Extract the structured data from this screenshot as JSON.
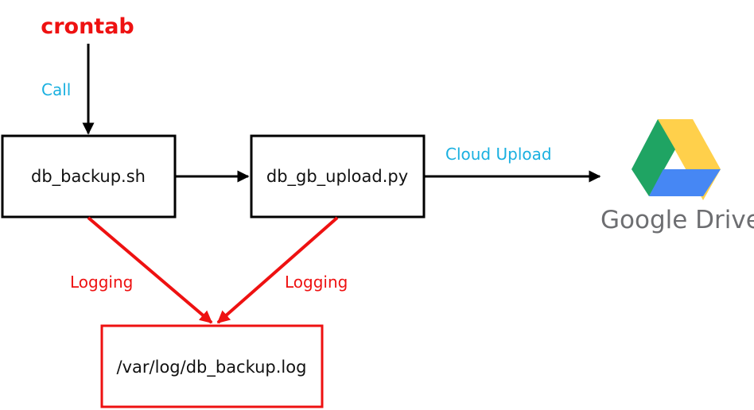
{
  "trigger": {
    "label": "crontab"
  },
  "edges": {
    "call_label": "Call",
    "cloud_upload_label": "Cloud Upload",
    "logging_left_label": "Logging",
    "logging_right_label": "Logging"
  },
  "nodes": {
    "backup_script": "db_backup.sh",
    "upload_script": "db_gb_upload.py",
    "log_file": "/var/log/db_backup.log"
  },
  "destination": {
    "brand_label": "Google Drive",
    "icon": "google-drive-icon"
  },
  "colors": {
    "trigger": "#ee1111",
    "edge_label": "#1ab0e0",
    "logging": "#ee1111",
    "drive_green": "#1fa463",
    "drive_yellow": "#ffd04b",
    "drive_blue": "#4687f4",
    "brand_text": "#6d6e71"
  }
}
